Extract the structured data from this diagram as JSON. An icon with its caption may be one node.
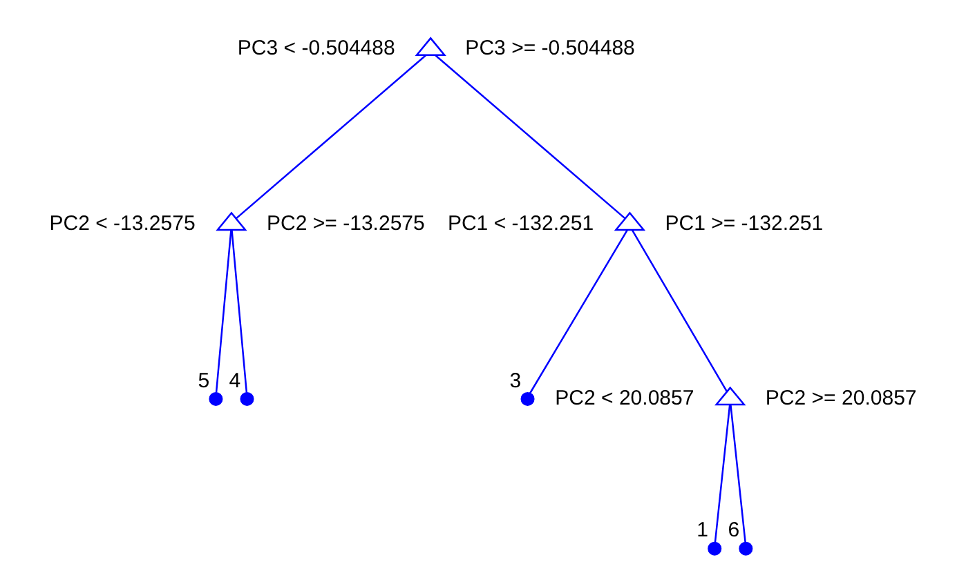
{
  "diagram": {
    "nodes": [
      {
        "text": [],
        "shape": "triangle",
        "beside": [
          "PC3 < -0.504488",
          "PC3 >= -0.504488"
        ]
      },
      {
        "text": [],
        "shape": "triangle",
        "beside": [
          "PC2 < -13.2575",
          "PC2 >= -13.2575"
        ]
      },
      {
        "text": [],
        "shape": "triangle",
        "beside": [
          "PC1 < -132.251",
          "PC1 >= -132.251"
        ]
      },
      {
        "text": [],
        "shape": "circle",
        "beside": [
          "5"
        ]
      },
      {
        "text": [],
        "shape": "circle",
        "beside": [
          "4"
        ]
      },
      {
        "text": [],
        "shape": "circle",
        "beside": [
          "3"
        ]
      },
      {
        "text": [],
        "shape": "triangle",
        "beside": [
          "PC2 < 20.0857",
          "PC2 >= 20.0857"
        ]
      },
      {
        "text": [],
        "shape": "circle",
        "beside": [
          "1"
        ]
      },
      {
        "text": [],
        "shape": "circle",
        "beside": [
          "6"
        ]
      }
    ],
    "edges": [
      {
        "from": 0,
        "to": 1,
        "arrow": "none"
      },
      {
        "from": 0,
        "to": 2,
        "arrow": "none"
      },
      {
        "from": 1,
        "to": 3,
        "arrow": "none"
      },
      {
        "from": 1,
        "to": 4,
        "arrow": "none"
      },
      {
        "from": 2,
        "to": 5,
        "arrow": "none"
      },
      {
        "from": 2,
        "to": 6,
        "arrow": "none"
      },
      {
        "from": 6,
        "to": 7,
        "arrow": "none"
      },
      {
        "from": 6,
        "to": 8,
        "arrow": "none"
      }
    ]
  }
}
